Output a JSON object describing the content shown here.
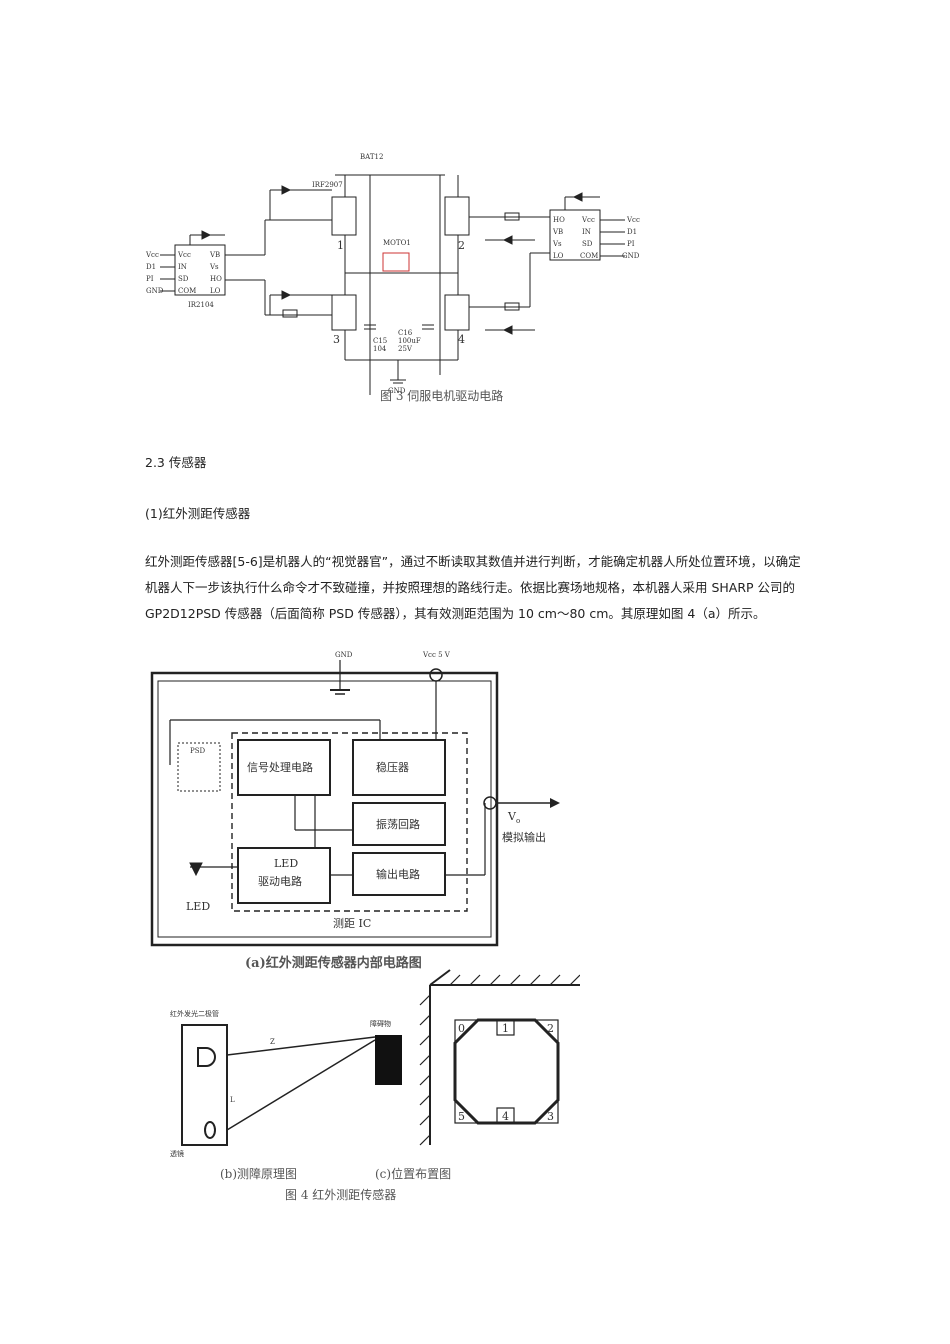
{
  "figure3": {
    "caption": "图 3 伺服电机驱动电路",
    "labels": {
      "bat": "BAT12",
      "mosfet": "IRF2907",
      "motor": "MOTO1",
      "ground": "GND",
      "chip_left": "IR2104",
      "c15": "C15",
      "c15_val": "104",
      "c16": "C16",
      "c16_val": "100uF",
      "c16_volt": "25V",
      "q1": "1",
      "q2": "2",
      "q3": "3",
      "q4": "4",
      "vcc_left": "Vcc",
      "d1_left": "D1",
      "pi_left": "PI",
      "gnd_left": "GND",
      "vcc_right": "Vcc",
      "d1_right": "D1",
      "pi_right": "PI",
      "gnd_right": "GND",
      "pin_vcc": "Vcc",
      "pin_in": "IN",
      "pin_sd": "SD",
      "pin_com": "COM",
      "pin_vb": "VB",
      "pin_vs": "Vs",
      "pin_ho": "HO",
      "pin_lo": "LO"
    }
  },
  "section": {
    "title": "2.3 传感器",
    "subtitle": "(1)红外测距传感器",
    "paragraph": "红外测距传感器[5-6]是机器人的“视觉器官”，通过不断读取其数值并进行判断，才能确定机器人所处位置环境，以确定机器人下一步该执行什么命令才不致碰撞，并按照理想的路线行走。依据比赛场地规格，本机器人采用 SHARP 公司的 GP2D12PSD 传感器（后面简称 PSD 传感器），其有效测距范围为 10 cm～80 cm。其原理如图 4（a）所示。"
  },
  "figure4": {
    "a": {
      "gnd": "GND",
      "vcc": "Vcc 5 V",
      "psd": "PSD",
      "signal": "信号处理电路",
      "regulator": "稳压器",
      "oscillator": "振荡回路",
      "led_driver_1": "LED",
      "led_driver_2": "驱动电路",
      "output": "输出电路",
      "ic": "测距 IC",
      "led": "LED",
      "vo": "V",
      "vo_sub": "o",
      "analog_out": "模拟输出",
      "caption": "(a)红外测距传感器内部电路图"
    },
    "b": {
      "emitter": "红外发光二极管",
      "obstacle": "障碍物",
      "lens": "透镜",
      "z": "Z",
      "l": "L",
      "caption": "(b)测障原理图"
    },
    "c": {
      "n0": "0",
      "n1": "1",
      "n2": "2",
      "n3": "3",
      "n4": "4",
      "n5": "5",
      "caption": "(c)位置布置图"
    },
    "caption": "图 4 红外测距传感器"
  }
}
